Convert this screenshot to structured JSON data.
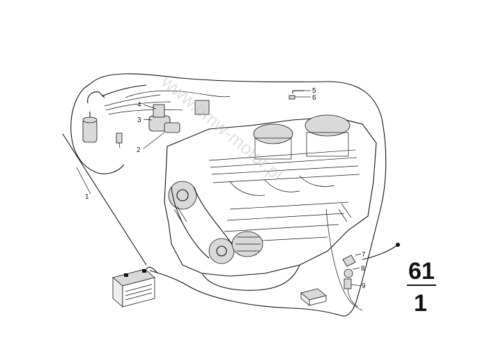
{
  "diagram": {
    "callouts": [
      {
        "id": "1",
        "label": "1"
      },
      {
        "id": "2",
        "label": "2"
      },
      {
        "id": "3",
        "label": "3"
      },
      {
        "id": "4",
        "label": "4"
      },
      {
        "id": "5",
        "label": "5"
      },
      {
        "id": "6",
        "label": "6"
      },
      {
        "id": "7",
        "label": "7"
      },
      {
        "id": "8",
        "label": "8"
      },
      {
        "id": "9",
        "label": "9"
      }
    ],
    "group": {
      "main": "61",
      "sub": "1"
    },
    "watermark": "www.bmw-motor.pl"
  }
}
